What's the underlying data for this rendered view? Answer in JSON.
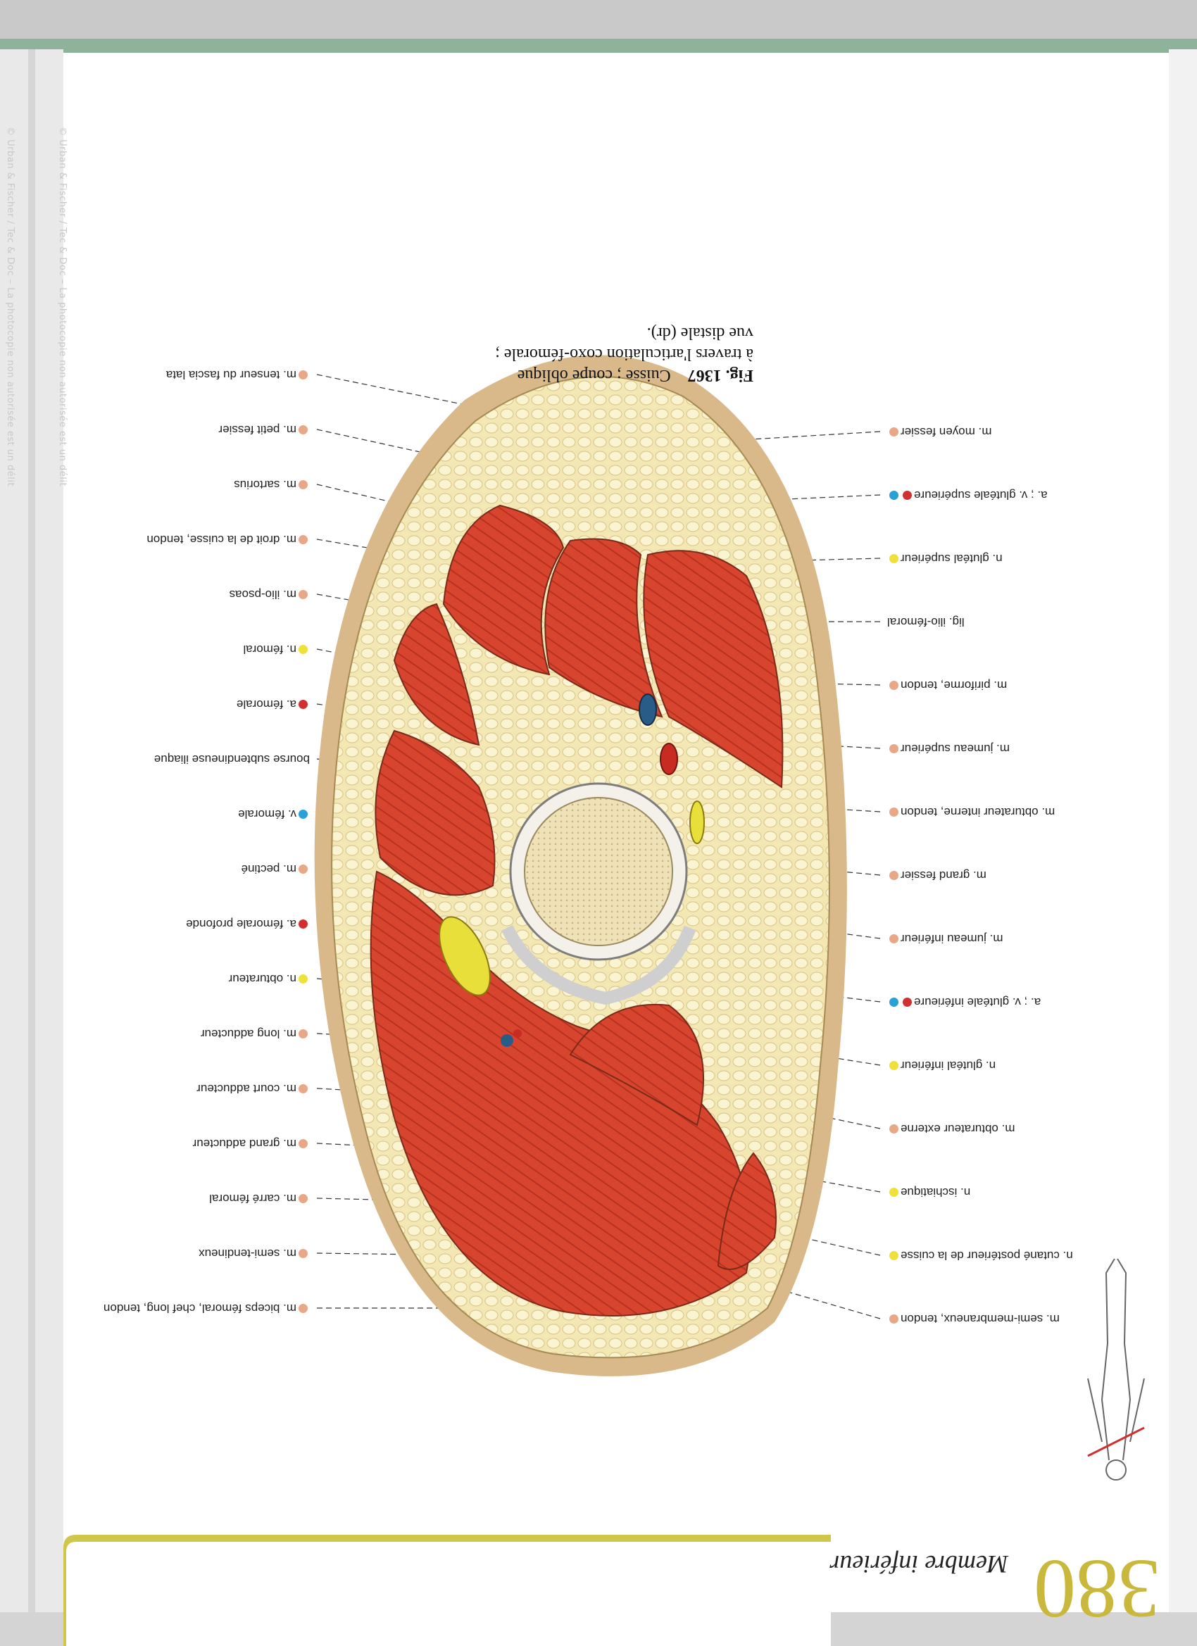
{
  "figure": {
    "number": "Fig. 1367",
    "caption_line1": "Cuisse ; coupe oblique",
    "caption_line2": "à travers l'articulation coxo-fémorale ;",
    "caption_line3": "vue distale (dr)."
  },
  "page": {
    "number": "380",
    "section": "Membre inférieur"
  },
  "spine": {
    "line1": "© Urban & Fischer / Tec & Doc – La photocopie non autorisée est un délit",
    "line2": "© Urban & Fischer / Tec & Doc – La photocopie non autorisée est un délit"
  },
  "colors": {
    "artery": "#d03030",
    "vein": "#2aa0d8",
    "nerve": "#efe03a",
    "muscle": "#e8a887",
    "page_band": "#cfc64a"
  },
  "labels_left": [
    {
      "text": "m. semi-membraneux, tendon",
      "dots": [
        "muscle"
      ]
    },
    {
      "text": "n. cutané postérieur de la cuisse",
      "dots": [
        "nerve"
      ]
    },
    {
      "text": "n. ischiatique",
      "dots": [
        "nerve"
      ]
    },
    {
      "text": "m. obturateur externe",
      "dots": [
        "muscle"
      ]
    },
    {
      "text": "n. glutéal inférieur",
      "dots": [
        "nerve"
      ]
    },
    {
      "text": "a. ; v. glutéale inférieure",
      "dots": [
        "artery",
        "vein"
      ]
    },
    {
      "text": "m. jumeau inférieur",
      "dots": [
        "muscle"
      ]
    },
    {
      "text": "m. grand fessier",
      "dots": [
        "muscle"
      ]
    },
    {
      "text": "m. obturateur interne, tendon",
      "dots": [
        "muscle"
      ]
    },
    {
      "text": "m. jumeau supérieur",
      "dots": [
        "muscle"
      ]
    },
    {
      "text": "m. piriforme, tendon",
      "dots": [
        "muscle"
      ]
    },
    {
      "text": "lig. ilio-fémoral",
      "dots": []
    },
    {
      "text": "n. glutéal supérieur",
      "dots": [
        "nerve"
      ]
    },
    {
      "text": "a. ; v. glutéale supérieure",
      "dots": [
        "artery",
        "vein"
      ]
    },
    {
      "text": "m. moyen fessier",
      "dots": [
        "muscle"
      ]
    }
  ],
  "labels_right": [
    {
      "text": "m. biceps fémoral, chef long, tendon",
      "dots": [
        "muscle"
      ]
    },
    {
      "text": "m. semi-tendineux",
      "dots": [
        "muscle"
      ]
    },
    {
      "text": "m. carré fémoral",
      "dots": [
        "muscle"
      ]
    },
    {
      "text": "m. grand adducteur",
      "dots": [
        "muscle"
      ]
    },
    {
      "text": "m. court adducteur",
      "dots": [
        "muscle"
      ]
    },
    {
      "text": "m. long adducteur",
      "dots": [
        "muscle"
      ]
    },
    {
      "text": "n. obturateur",
      "dots": [
        "nerve"
      ]
    },
    {
      "text": "a. fémorale profonde",
      "dots": [
        "artery"
      ]
    },
    {
      "text": "m. pectiné",
      "dots": [
        "muscle"
      ]
    },
    {
      "text": "v. fémorale",
      "dots": [
        "vein"
      ]
    },
    {
      "text": "bourse subtendineuse iliaque",
      "dots": []
    },
    {
      "text": "a. fémorale",
      "dots": [
        "artery"
      ]
    },
    {
      "text": "n. fémoral",
      "dots": [
        "nerve"
      ]
    },
    {
      "text": "m. ilio-psoas",
      "dots": [
        "muscle"
      ]
    },
    {
      "text": "m. droit de la cuisse, tendon",
      "dots": [
        "muscle"
      ]
    },
    {
      "text": "m. sartorius",
      "dots": [
        "muscle"
      ]
    },
    {
      "text": "m. petit fessier",
      "dots": [
        "muscle"
      ]
    },
    {
      "text": "m. tenseur du fascia lata",
      "dots": [
        "muscle"
      ]
    }
  ]
}
